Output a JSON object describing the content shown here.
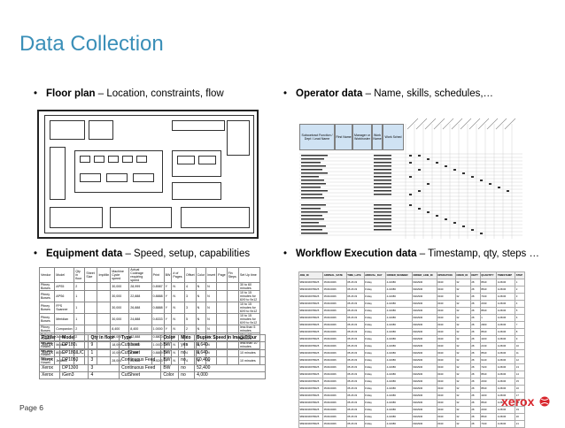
{
  "slide": {
    "title": "Data Collection",
    "page_label": "Page 6",
    "bullets": [
      {
        "bold": "Floor plan",
        "rest": " – Location, constraints, flow"
      },
      {
        "bold": "Operator data",
        "rest": " – Name, skills, schedules,…"
      },
      {
        "bold": "Equipment data",
        "rest": " – Speed, setup, capabilities"
      },
      {
        "bold": "Workflow Execution data",
        "rest": " – Timestamp, qty, steps …"
      }
    ],
    "bullet_glyph": "•"
  },
  "logo": {
    "text": "xerox",
    "color": "#d8262d"
  },
  "operator_grid": {
    "headers": [
      "Subcontract Function / Dept / Lead Name",
      "First Name",
      "Manager or Workhoster",
      "Work Name",
      "Work Sched"
    ]
  },
  "equipment_summary": {
    "headers": [
      "Printer",
      "Model",
      "Qty in floor",
      "Type",
      "Color",
      "Mico",
      "Duplex Speed in Image/Hour"
    ],
    "rows": [
      [
        "Xerox",
        "DP180",
        "9",
        "Cutsheet",
        "BW",
        "yes",
        "8,640"
      ],
      [
        "Xerox",
        "DP180/L/C",
        "1",
        "CutSheet",
        "BW",
        "no",
        "8,640"
      ],
      [
        "Xerox",
        "DP1050",
        "3",
        "Continuous Feed",
        "BW",
        "no",
        "60,400"
      ],
      [
        "Xerox",
        "DP1300",
        "3",
        "Continuous Feed",
        "BW",
        "no",
        "52,400"
      ],
      [
        "Xerox",
        "iGen3",
        "4",
        "CutSheet",
        "Color",
        "no",
        "4,000"
      ]
    ]
  },
  "equipment_detail": {
    "headers": [
      "Vendor",
      "Model",
      "Qty in floor",
      "Sheet Size",
      "ImpMin",
      "Machine Cycle speed",
      "Actual Codeage requiring speed",
      "Print",
      "BW",
      "# of Pages",
      "Offset",
      "Color",
      "Insert",
      "Page",
      "Fin Steps",
      "Set Up time"
    ],
    "rows": [
      [
        "Pitney Bowes",
        "APS5",
        "2",
        "",
        "",
        "30,000",
        "28,999",
        "0.8987",
        "Y",
        "N",
        "4",
        "N",
        "N",
        "",
        "",
        "30 to 60 minutes"
      ],
      [
        "Pitney Bowes",
        "APS6",
        "1",
        "",
        "",
        "30,000",
        "22,888",
        "0.8888",
        "Y",
        "N",
        "3",
        "N",
        "N",
        "",
        "",
        "10 to 15 minutes for 6X9 to 9x12"
      ],
      [
        "Pitney Bowes",
        "FPS Scanner",
        "1",
        "",
        "",
        "30,000",
        "26,888",
        "0.8888",
        "Y",
        "N",
        "3",
        "N",
        "N",
        "",
        "",
        "10 to 15 minutes for 6X9 to 9x12"
      ],
      [
        "Pitney Bowes",
        "Meridian",
        "1",
        "",
        "",
        "30,000",
        "24,888",
        "0.8333",
        "Y",
        "N",
        "5",
        "N",
        "N",
        "",
        "",
        "10 to 15 minutes for 6X9 to 9x12"
      ],
      [
        "Pitney Bowes",
        "Companion",
        "2",
        "",
        "",
        "8,400",
        "8,400",
        "1.0000",
        "Y",
        "N",
        "2",
        "N",
        "N",
        "",
        "",
        "less than 5 minutes"
      ],
      [
        "Bell and Howell",
        "Jumbo",
        "2",
        "",
        "",
        "36,000",
        "32,888",
        "0.8800",
        "Y",
        "N",
        "4",
        "N",
        "N",
        "",
        "",
        "15 to 18 minutes"
      ],
      [
        "Bell and Howell",
        "Mailstar",
        "1",
        "",
        "",
        "18,000",
        "18,000",
        "1.0000",
        "Y",
        "N",
        "5",
        "N",
        "N",
        "",
        "",
        "less than 10 minutes"
      ],
      [
        "Bell and Howell",
        "8000s",
        "1",
        "",
        "",
        "10,000",
        "8,888",
        "0.8889",
        "Y",
        "N",
        "4",
        "N",
        "N",
        "",
        "",
        "10 minutes"
      ],
      [
        "Bell and Howell",
        "Jet8000",
        "1",
        "",
        "",
        "28,000",
        "25,888",
        "0.9243",
        "Y",
        "N",
        "4",
        "N",
        "N",
        "",
        "",
        "10 minutes"
      ]
    ]
  },
  "workflow": {
    "headers": [
      "JOB_ID",
      "ARRIVAL_DATE",
      "TIME_LATE",
      "ARRIVAL_DAY",
      "ORDER_NUMBER",
      "ORDER_LINE_ID",
      "OPERATION",
      "CREW_ID",
      "DEPT",
      "QUANTITY",
      "TIMESTAMP",
      "STEP"
    ],
    "rows": [
      [
        "98933030978025",
        "05/26/2006",
        "05:26:33",
        "Friday",
        "4-10086",
        "6022930",
        "0040",
        "32",
        "28",
        "8540",
        "1/26/06",
        "1"
      ],
      [
        "98933030978025",
        "05/26/2006",
        "05:26:33",
        "Friday",
        "4-10086",
        "6022930",
        "0040",
        "32",
        "28",
        "8540",
        "1/26/06",
        "2"
      ],
      [
        "98933030978025",
        "05/26/2006",
        "05:26:33",
        "Friday",
        "4-10086",
        "6022930",
        "0040",
        "32",
        "28",
        "7340",
        "1/26/06",
        "3"
      ],
      [
        "98933030978025",
        "05/26/2006",
        "05:26:33",
        "Friday",
        "4-10086",
        "6022930",
        "0040",
        "32",
        "28",
        "2030",
        "1/26/06",
        "4"
      ],
      [
        "98933030978025",
        "05/26/2006",
        "05:26:33",
        "Friday",
        "4-10086",
        "6022930",
        "0040",
        "32",
        "28",
        "8540",
        "1/26/06",
        "5"
      ],
      [
        "98933030978025",
        "05/26/2006",
        "05:26:33",
        "Friday",
        "4-10086",
        "6022930",
        "0040",
        "32",
        "28",
        "1",
        "1/26/06",
        "6"
      ],
      [
        "98933030978025",
        "05/26/2006",
        "05:26:33",
        "Friday",
        "4-10086",
        "6022930",
        "0040",
        "32",
        "28",
        "2960",
        "1/26/06",
        "7"
      ],
      [
        "98933030978025",
        "05/26/2006",
        "05:26:33",
        "Friday",
        "4-10086",
        "6022930",
        "0040",
        "32",
        "28",
        "8540",
        "1/26/06",
        "8"
      ],
      [
        "98933030978025",
        "05/26/2006",
        "05:26:33",
        "Friday",
        "4-10086",
        "6022930",
        "0040",
        "32",
        "28",
        "4160",
        "1/26/06",
        "9"
      ],
      [
        "98933030978025",
        "05/26/2006",
        "05:26:33",
        "Friday",
        "4-10086",
        "6022930",
        "0040",
        "32",
        "28",
        "2130",
        "1/26/06",
        "10"
      ],
      [
        "98933030978025",
        "05/26/2006",
        "05:26:33",
        "Friday",
        "4-10086",
        "6022930",
        "0040",
        "32",
        "28",
        "8540",
        "1/26/06",
        "11"
      ],
      [
        "98933030978025",
        "05/26/2006",
        "05:26:33",
        "Friday",
        "4-10086",
        "6022930",
        "0040",
        "32",
        "28",
        "6140",
        "1/26/06",
        "12"
      ],
      [
        "98933030978025",
        "05/26/2006",
        "05:26:33",
        "Friday",
        "4-10086",
        "6022930",
        "0040",
        "32",
        "28",
        "7220",
        "1/26/06",
        "13"
      ],
      [
        "98933030978025",
        "05/26/2006",
        "05:26:33",
        "Friday",
        "4-10086",
        "6022930",
        "0040",
        "32",
        "28",
        "8540",
        "1/26/06",
        "14"
      ],
      [
        "98933030978025",
        "05/26/2006",
        "05:26:33",
        "Friday",
        "4-10086",
        "6022930",
        "0040",
        "32",
        "28",
        "2030",
        "1/26/06",
        "15"
      ],
      [
        "98933030978025",
        "05/26/2006",
        "05:26:33",
        "Friday",
        "4-10086",
        "6022930",
        "0040",
        "32",
        "28",
        "8540",
        "1/26/06",
        "16"
      ],
      [
        "98933030978025",
        "05/26/2006",
        "05:26:33",
        "Friday",
        "4-10086",
        "6022930",
        "0040",
        "32",
        "28",
        "4160",
        "1/26/06",
        "17"
      ],
      [
        "98933030978025",
        "05/26/2006",
        "05:26:33",
        "Friday",
        "4-10086",
        "6022930",
        "0040",
        "32",
        "28",
        "8540",
        "1/26/06",
        "18"
      ],
      [
        "98933030978025",
        "05/26/2006",
        "05:26:33",
        "Friday",
        "4-10086",
        "6022930",
        "0040",
        "32",
        "28",
        "2030",
        "1/26/06",
        "19"
      ],
      [
        "98933030978025",
        "05/26/2006",
        "05:26:33",
        "Friday",
        "4-10086",
        "6022930",
        "0040",
        "32",
        "28",
        "8540",
        "1/26/06",
        "20"
      ],
      [
        "98933030978025",
        "05/26/2006",
        "05:26:33",
        "Friday",
        "4-10086",
        "6022930",
        "0040",
        "32",
        "28",
        "7340",
        "1/26/06",
        "21"
      ]
    ]
  }
}
